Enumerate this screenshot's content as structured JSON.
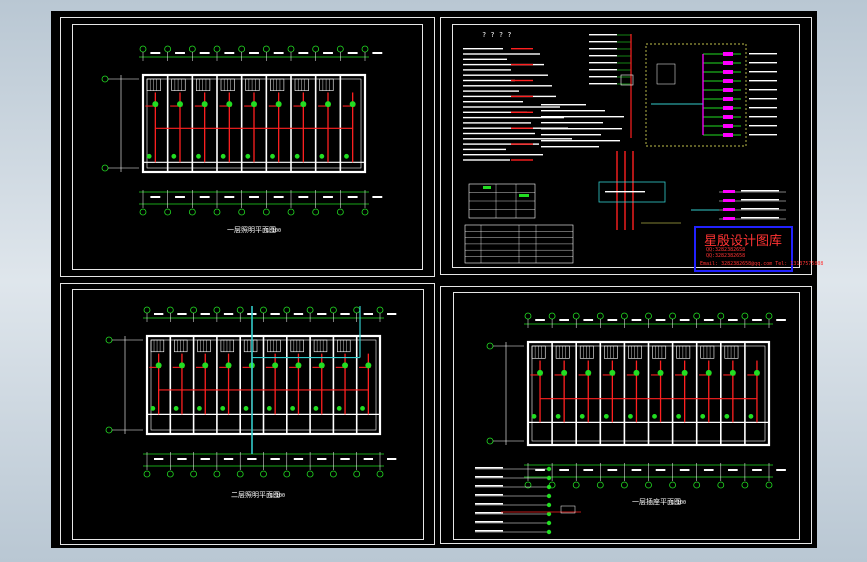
{
  "colors": {
    "background": "#b9c7d3",
    "canvas": "#000000",
    "frame": "#e6e6e6",
    "wall": "#ffffff",
    "wiring": "#ff2020",
    "fixture": "#22dd22",
    "riser": "#33cccc",
    "stamp_text": "#ff3333",
    "stamp_border": "#2222ff",
    "device": "#ff00ff",
    "note_text": "#ffff66"
  },
  "sheets": {
    "top_left": {
      "title": "一层照明平面图",
      "scale": "1:100"
    },
    "top_right": {
      "heading": "? ? ? ?",
      "stamp_title": "星殷设计图库",
      "stamp_lines": [
        "QQ:3282382658",
        "QQ:3282382658",
        "Email: 3282382658@qq.com  Tel: 13137575808"
      ]
    },
    "bottom_left": {
      "title": "二层照明平面图",
      "scale": "1:100"
    },
    "bottom_right": {
      "title": "一层插座平面图",
      "scale": "1:100"
    }
  }
}
